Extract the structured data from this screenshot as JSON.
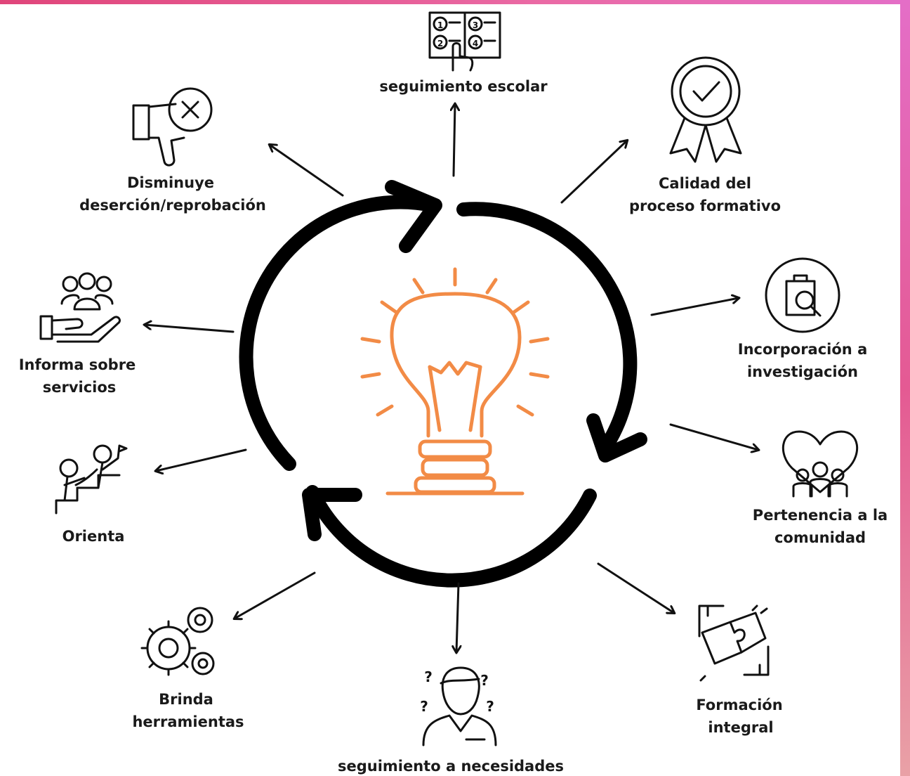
{
  "colors": {
    "bulb": "#f28b46",
    "cycle": "#000000",
    "band": "#e45a93"
  },
  "center": {
    "icon": "lightbulb-icon"
  },
  "nodes": {
    "seguimiento_escolar": {
      "line1": "seguimiento escolar",
      "icon": "numbered-book-icon"
    },
    "calidad": {
      "line1": "Calidad del",
      "line2": "proceso formativo",
      "icon": "award-ribbon-icon"
    },
    "incorporacion": {
      "line1": "Incorporación a",
      "line2": "investigación",
      "icon": "clipboard-search-icon"
    },
    "pertenencia": {
      "line1": "Pertenencia a la",
      "line2": "comunidad",
      "icon": "heart-family-icon"
    },
    "formacion": {
      "line1": "Formación",
      "line2": "integral",
      "icon": "puzzle-hands-icon"
    },
    "seguimiento_necesidades": {
      "line1": "seguimiento a necesidades",
      "icon": "thinking-person-icon"
    },
    "brinda": {
      "line1": "Brinda",
      "line2": "herramientas",
      "icon": "gears-icon"
    },
    "orienta": {
      "line1": "Orienta",
      "icon": "people-stairs-icon"
    },
    "informa": {
      "line1": "Informa sobre",
      "line2": "servicios",
      "icon": "hand-group-icon"
    },
    "disminuye": {
      "line1": "Disminuye",
      "line2": "deserción/reprobación",
      "icon": "thumbs-down-x-icon"
    }
  },
  "icon_glyphs": {
    "book_numbers": [
      "1",
      "3",
      "2",
      "4"
    ],
    "question_mark": "?"
  }
}
